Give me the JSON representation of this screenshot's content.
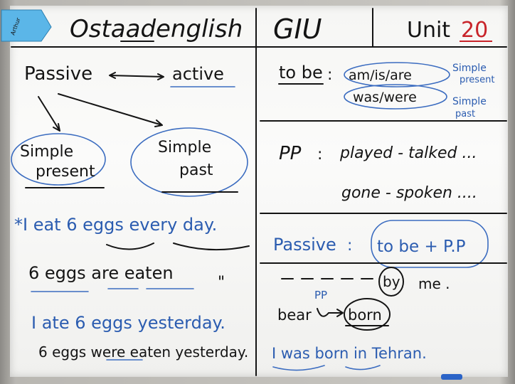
{
  "header": {
    "left_title": "Ostaadenglish",
    "middle_title": "GIU",
    "unit_label": "Unit",
    "unit_number": "20",
    "sticky_note": "Arthur"
  },
  "left_panel": {
    "passive": "Passive",
    "active": "active",
    "bubble_present": [
      "Simple",
      "present"
    ],
    "bubble_past": [
      "Simple",
      "past"
    ],
    "examples": [
      {
        "text": "*I eat 6 eggs every day.",
        "color": "#2b5cb0"
      },
      {
        "text": "6 eggs are eaten",
        "color": "#141414"
      },
      {
        "ditto": "\""
      },
      {
        "text": "I ate 6 eggs yesterday.",
        "color": "#2b5cb0"
      },
      {
        "text": "6 eggs were eaten yesterday.",
        "color": "#141414"
      }
    ]
  },
  "right_panel": {
    "to_be": "to be",
    "to_be_present": "am/is/are",
    "to_be_past": "was/were",
    "note_present": [
      "Simple",
      "present"
    ],
    "note_past": [
      "Simple",
      "past"
    ],
    "pp_label": "PP",
    "pp_line1": "played - talked ...",
    "pp_line2": "gone - spoken ....",
    "passive_label": "Passive",
    "formula": "to be + P.P",
    "by_word": "by",
    "me_word": "me .",
    "bear": "bear",
    "pp_small": "PP",
    "born": "born",
    "example": "I was born in Tehran."
  },
  "colors": {
    "black_marker": "#141414",
    "blue_marker": "#2b5cb0",
    "red_marker": "#c8242a"
  }
}
